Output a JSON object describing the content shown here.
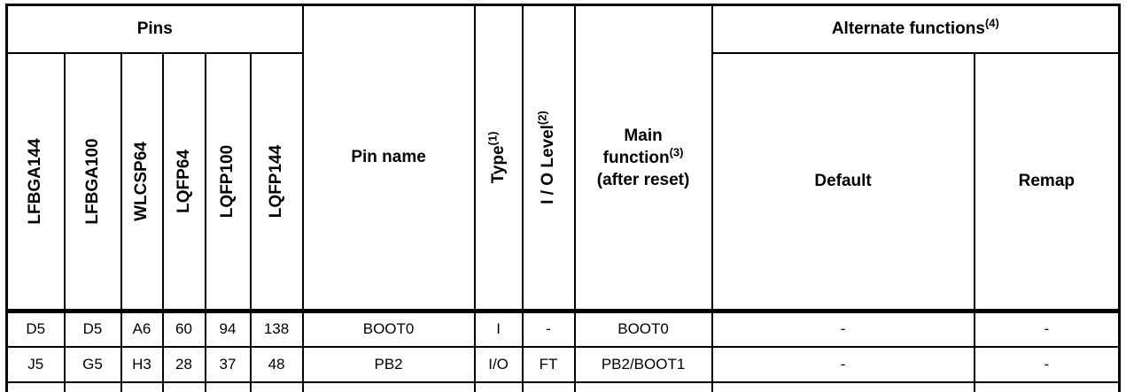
{
  "table": {
    "header": {
      "pins_group_label": "Pins",
      "package_columns": [
        "LFBGA144",
        "LFBGA100",
        "WLCSP64",
        "LQFP64",
        "LQFP100",
        "LQFP144"
      ],
      "pin_name_label": "Pin name",
      "type": {
        "label": "Type",
        "sup": "(1)"
      },
      "io_level": {
        "label": "I / O Level",
        "sup": "(2)"
      },
      "main_function": {
        "line1": "Main",
        "line2": "function",
        "line2_sup": "(3)",
        "line3": "(after reset)"
      },
      "alternate_functions": {
        "label": "Alternate functions",
        "sup": "(4)"
      },
      "default_label": "Default",
      "remap_label": "Remap"
    },
    "rows": [
      {
        "cells": [
          "D5",
          "D5",
          "A6",
          "60",
          "94",
          "138",
          "BOOT0",
          "I",
          "-",
          "BOOT0",
          "-",
          "-"
        ]
      },
      {
        "cells": [
          "J5",
          "G5",
          "H3",
          "28",
          "37",
          "48",
          "PB2",
          "I/O",
          "FT",
          "PB2/BOOT1",
          "-",
          "-"
        ]
      }
    ]
  },
  "colors": {
    "border": "#000000",
    "text": "#000000",
    "background": "#ffffff"
  }
}
